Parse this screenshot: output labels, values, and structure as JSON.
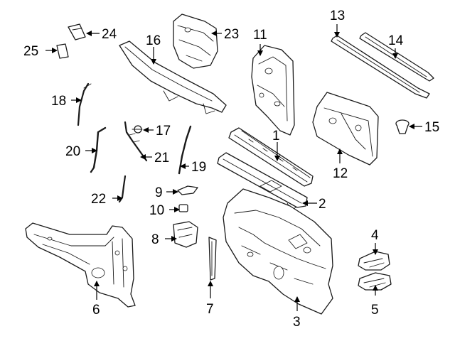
{
  "diagram": {
    "background": "#ffffff",
    "line_color": "#1a1a1a",
    "callouts": [
      {
        "id": "c1",
        "label": "1"
      },
      {
        "id": "c2",
        "label": "2"
      },
      {
        "id": "c3",
        "label": "3"
      },
      {
        "id": "c4",
        "label": "4"
      },
      {
        "id": "c5",
        "label": "5"
      },
      {
        "id": "c6",
        "label": "6"
      },
      {
        "id": "c7",
        "label": "7"
      },
      {
        "id": "c8",
        "label": "8"
      },
      {
        "id": "c9",
        "label": "9"
      },
      {
        "id": "c10",
        "label": "10"
      },
      {
        "id": "c11",
        "label": "11"
      },
      {
        "id": "c12",
        "label": "12"
      },
      {
        "id": "c13",
        "label": "13"
      },
      {
        "id": "c14",
        "label": "14"
      },
      {
        "id": "c15",
        "label": "15"
      },
      {
        "id": "c16",
        "label": "16"
      },
      {
        "id": "c17",
        "label": "17"
      },
      {
        "id": "c18",
        "label": "18"
      },
      {
        "id": "c19",
        "label": "19"
      },
      {
        "id": "c20",
        "label": "20"
      },
      {
        "id": "c21",
        "label": "21"
      },
      {
        "id": "c22",
        "label": "22"
      },
      {
        "id": "c23",
        "label": "23"
      },
      {
        "id": "c24",
        "label": "24"
      },
      {
        "id": "c25",
        "label": "25"
      }
    ]
  }
}
